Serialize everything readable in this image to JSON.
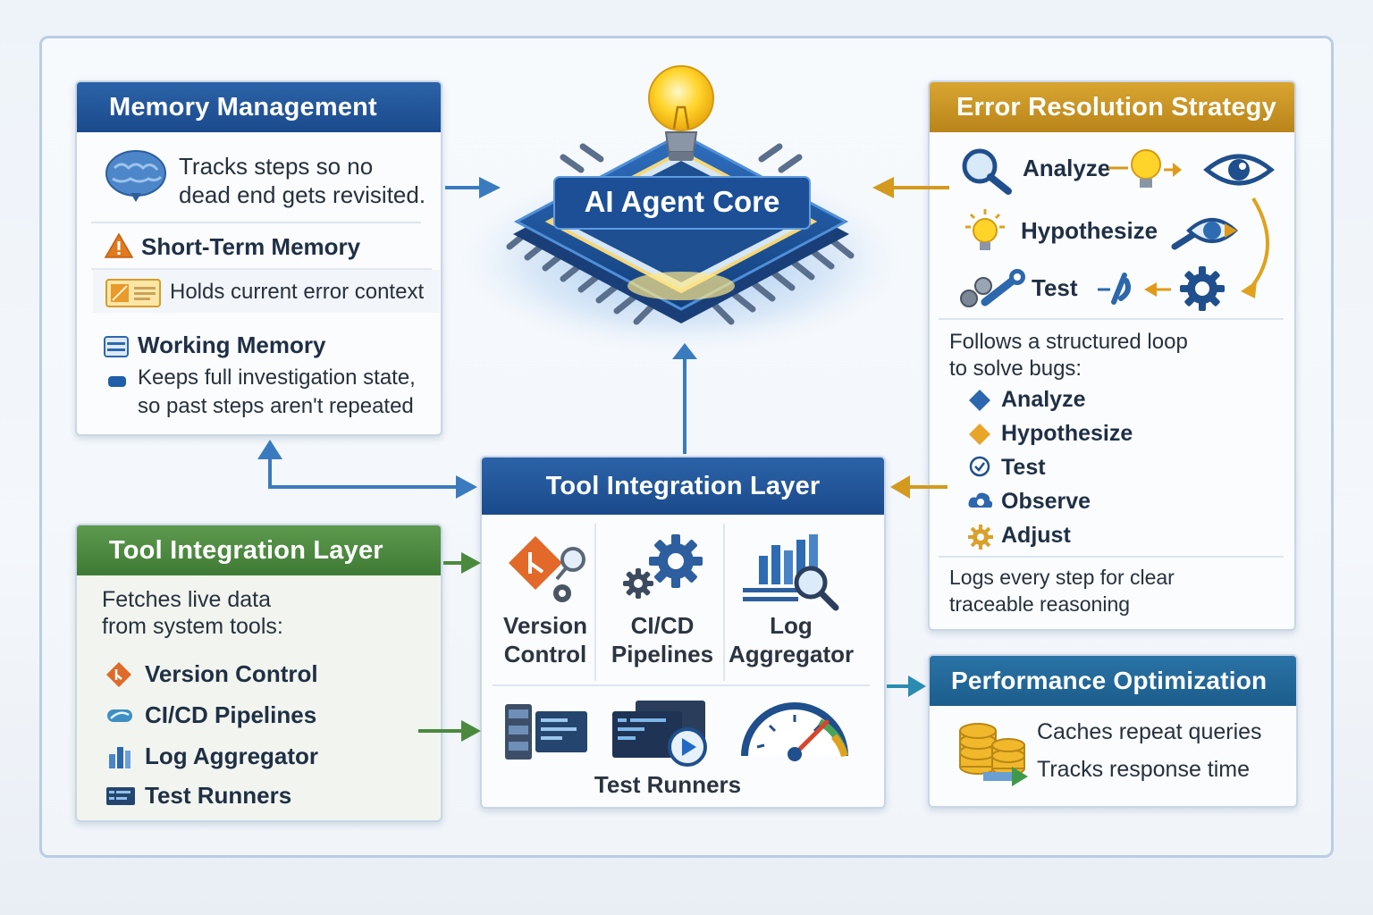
{
  "memory": {
    "title": "Memory Management",
    "description_line1": "Tracks steps so no",
    "description_line2": "dead end gets revisited.",
    "short_term_label": "Short-Term Memory",
    "short_term_desc": "Holds current error context",
    "working_label": "Working Memory",
    "working_desc_line1": "Keeps full investigation state,",
    "working_desc_line2": "so past steps aren't repeated"
  },
  "core": {
    "label": "AI Agent Core"
  },
  "error": {
    "title": "Error Resolution Strategy",
    "loop": [
      "Analyze",
      "Hypothesize",
      "Test"
    ],
    "desc_line1": "Follows a structured loop",
    "desc_line2": "to solve bugs:",
    "steps": [
      "Analyze",
      "Hypothesize",
      "Test",
      "Observe",
      "Adjust"
    ],
    "footer_line1": "Logs every step for clear",
    "footer_line2": "traceable reasoning"
  },
  "tools_left": {
    "title": "Tool Integration Layer",
    "desc_line1": "Fetches live data",
    "desc_line2": "from system tools:",
    "items": [
      "Version Control",
      "CI/CD Pipelines",
      "Log Aggregator",
      "Test Runners"
    ]
  },
  "tools_center": {
    "title": "Tool Integration Layer",
    "tiles": [
      {
        "line1": "Version",
        "line2": "Control"
      },
      {
        "line1": "CI/CD",
        "line2": "Pipelines"
      },
      {
        "line1": "Log",
        "line2": "Aggregator"
      }
    ],
    "bottom_label": "Test Runners"
  },
  "performance": {
    "title": "Performance Optimization",
    "line1": "Caches repeat queries",
    "line2": "Tracks response time"
  },
  "colors": {
    "blue": "#1a4a8c",
    "gold": "#c9941f",
    "green": "#4a8a3e",
    "teal": "#2a8cb0",
    "arrow_blue": "#3a7bbf",
    "arrow_gold": "#d39a1e"
  }
}
